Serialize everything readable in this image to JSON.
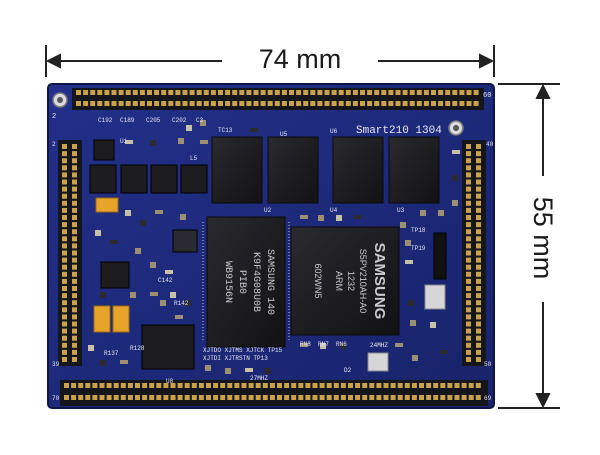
{
  "dimensions": {
    "width_label": "74 mm",
    "height_label": "55 mm"
  },
  "board": {
    "model_label": "Smart210 1304",
    "soc_brand": "SAMSUNG",
    "soc_part": "S5PV210AH-A0",
    "soc_line2": "1232",
    "soc_line3": "ARM",
    "soc_code": "602WN5",
    "nand_brand": "SAMSUNG 140",
    "nand_part": "K9F4G08U0B",
    "nand_line3": "PIB0",
    "nand_line4": "WB9156N",
    "header_top_left_pin": "2",
    "header_top_right_pin": "60",
    "header_left_top_pin": "2",
    "header_left_bottom_pin": "39",
    "header_right_top_pin": "40",
    "header_right_bottom_pin": "50",
    "header_bottom_left_pin": "70",
    "header_bottom_right_pin": "69",
    "silk_u1": "U1",
    "silk_u2": "U2",
    "silk_u3": "U3",
    "silk_u4": "U4",
    "silk_u5": "U5",
    "silk_u6": "U6",
    "silk_u8": "U8",
    "silk_tc13": "TC13",
    "silk_xtal": "24MHZ",
    "silk_xtal2": "27MHZ",
    "silk_jtag": "XJTDO XJTMS XJTCK TP15",
    "silk_jtag2": "XJTDI XJTRSTN TP13",
    "silk_cap_labels": [
      "C192",
      "C189",
      "C205",
      "C202",
      "C3"
    ],
    "silk_misc": [
      "R137",
      "R142",
      "C142",
      "R128",
      "TP18",
      "TP19",
      "RN8",
      "RN7",
      "RN6",
      "D2",
      "L5"
    ]
  },
  "colors": {
    "pcb": "#1c2a78",
    "pcb_dark": "#121c55",
    "header_body": "#15161c",
    "pin_gold": "#c9a24a",
    "chip": "#1b1b1e",
    "tantalum": "#e7a42a",
    "silkscreen": "#e8e8f0",
    "dimension_line": "#222222"
  },
  "icons": [
    "mounting-hole-icon",
    "arrow-left-icon",
    "arrow-right-icon",
    "arrow-up-icon",
    "arrow-down-icon"
  ]
}
